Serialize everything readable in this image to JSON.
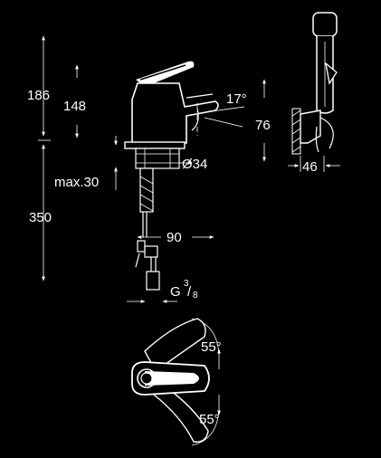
{
  "dimensions": {
    "height_total": "186",
    "height_spout": "148",
    "spout_angle": "17°",
    "spout_reach_height": "76",
    "thread_diameter": "Ø34",
    "deck_thickness": "max.30",
    "hose_length": "350",
    "hose_offset": "90",
    "connection_g": "G",
    "connection_num": "3",
    "connection_den": "8",
    "shower_depth": "46",
    "lever_angle_upper": "55°",
    "lever_angle_lower": "55°"
  },
  "colors": {
    "background": "#000000",
    "lines": "#ffffff"
  }
}
